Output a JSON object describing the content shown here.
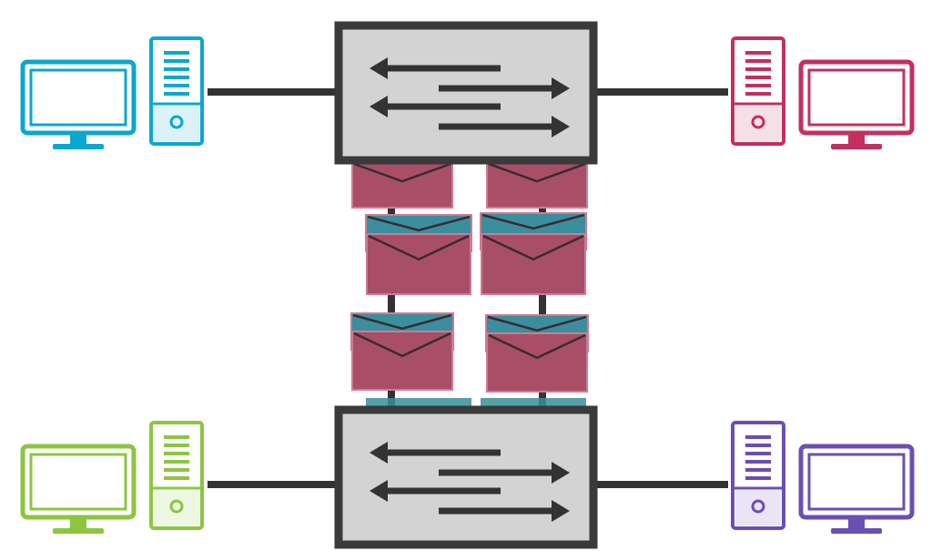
{
  "colors": {
    "host_top_left": "#0aa7d1",
    "host_top_right": "#c2305f",
    "host_bottom_left": "#8cc63f",
    "host_bottom_right": "#6a4fb4",
    "link": "#333333",
    "switch_fill": "#d3d3d3",
    "switch_border": "#3a3a3a",
    "arrow": "#333333",
    "envelope_front": "#a84f67",
    "envelope_back": "#3b8e9d"
  },
  "hosts": [
    {
      "id": "top-left",
      "color_key": "host_top_left"
    },
    {
      "id": "top-right",
      "color_key": "host_top_right"
    },
    {
      "id": "bottom-left",
      "color_key": "host_bottom_left"
    },
    {
      "id": "bottom-right",
      "color_key": "host_bottom_right"
    }
  ],
  "switches": [
    {
      "id": "top",
      "icon": "bidirectional-arrows-icon"
    },
    {
      "id": "bottom",
      "icon": "bidirectional-arrows-icon"
    }
  ],
  "packets": [
    {
      "id": "packet-1",
      "icon": "envelope-icon"
    },
    {
      "id": "packet-2",
      "icon": "envelope-icon"
    },
    {
      "id": "packet-3",
      "icon": "envelope-icon"
    },
    {
      "id": "packet-4",
      "icon": "envelope-icon"
    },
    {
      "id": "packet-5",
      "icon": "envelope-icon"
    },
    {
      "id": "packet-6",
      "icon": "envelope-icon"
    }
  ]
}
